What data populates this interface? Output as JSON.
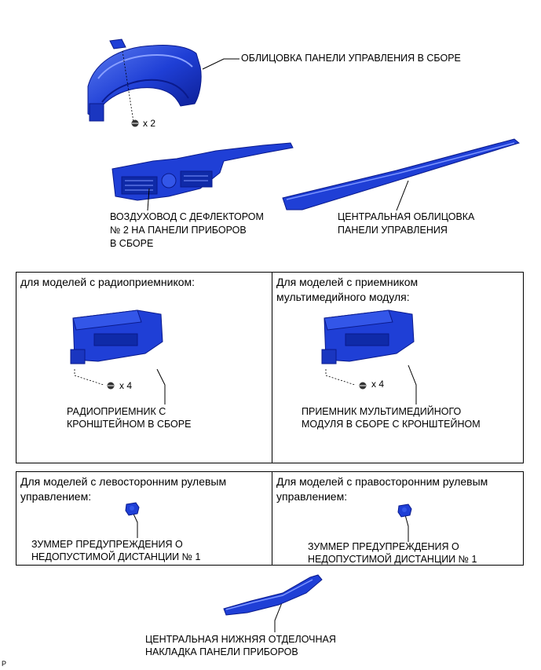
{
  "colors": {
    "part_fill": "#1f3fd6",
    "part_dark": "#0a1a8c",
    "part_light": "#5c7cf0",
    "border": "#000000"
  },
  "parts": {
    "cluster_finish_panel": {
      "label": "ОБЛИЦОВКА ПАНЕЛИ УПРАВЛЕНИЯ В СБОРЕ",
      "qty": "x 2"
    },
    "air_duct": {
      "label_line1": "ВОЗДУХОВОД С ДЕФЛЕКТОРОМ",
      "label_line2": "№ 2 НА ПАНЕЛИ ПРИБОРОВ",
      "label_line3": "В СБОРЕ"
    },
    "center_finish_panel": {
      "label_line1": "ЦЕНТРАЛЬНАЯ ОБЛИЦОВКА",
      "label_line2": "ПАНЕЛИ УПРАВЛЕНИЯ"
    },
    "center_lower_garnish": {
      "label_line1": "ЦЕНТРАЛЬНАЯ НИЖНЯЯ ОТДЕЛОЧНАЯ",
      "label_line2": "НАКЛАДКА ПАНЕЛИ ПРИБОРОВ"
    }
  },
  "boxes": {
    "radio": {
      "header": "для моделей с радиоприемником:",
      "qty": "x 4",
      "label_line1": "РАДИОПРИЕМНИК С",
      "label_line2": "КРОНШТЕЙНОМ В СБОРЕ"
    },
    "multimedia": {
      "header_line1": "Для моделей с приемником",
      "header_line2": "мультимедийного модуля:",
      "qty": "x 4",
      "label_line1": "ПРИЕМНИК МУЛЬТИМЕДИЙНОГО",
      "label_line2": "МОДУЛЯ В СБОРЕ С КРОНШТЕЙНОМ"
    },
    "lhd": {
      "header_line1": "Для моделей с левосторонним рулевым",
      "header_line2": "управлением:",
      "label_line1": "ЗУММЕР ПРЕДУПРЕЖДЕНИЯ О",
      "label_line2": "НЕДОПУСТИМОЙ ДИСТАНЦИИ № 1"
    },
    "rhd": {
      "header_line1": "Для моделей с правосторонним рулевым",
      "header_line2": "управлением:",
      "label_line1": "ЗУММЕР ПРЕДУПРЕЖДЕНИЯ О",
      "label_line2": "НЕДОПУСТИМОЙ ДИСТАНЦИИ № 1"
    }
  },
  "footer_code": "P"
}
